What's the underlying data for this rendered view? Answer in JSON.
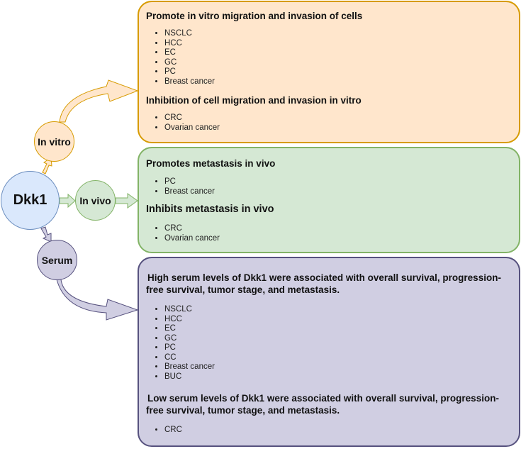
{
  "colors": {
    "dkk1_fill": "#dae8fc",
    "dkk1_stroke": "#6c8ebf",
    "invitro_fill": "#ffe6cc",
    "invitro_stroke": "#d79b00",
    "invivo_fill": "#d5e8d4",
    "invivo_stroke": "#82b366",
    "serum_fill": "#d0cee2",
    "serum_stroke": "#56517e"
  },
  "nodes": {
    "dkk1": "Dkk1",
    "in_vitro": "In vitro",
    "in_vivo": "In vivo",
    "serum": "Serum"
  },
  "panels": {
    "in_vitro": {
      "heading1": "Promote in vitro migration and invasion of cells",
      "items1": [
        "NSCLC",
        "HCC",
        "EC",
        "GC",
        "PC",
        "Breast cancer"
      ],
      "heading2": "Inhibition of cell migration and invasion in vitro",
      "items2": [
        "CRC",
        "Ovarian cancer"
      ]
    },
    "in_vivo": {
      "heading1": "Promotes metastasis in vivo",
      "items1": [
        "PC",
        "Breast cancer"
      ],
      "heading2": "Inhibits metastasis in vivo",
      "items2": [
        "CRC",
        "Ovarian cancer"
      ]
    },
    "serum": {
      "heading1": "High serum levels of Dkk1 were associated with overall survival, progression-free survival, tumor stage, and metastasis.",
      "items1": [
        "NSCLC",
        "HCC",
        "EC",
        "GC",
        "PC",
        "CC",
        "Breast cancer",
        "BUC"
      ],
      "heading2": "Low serum levels of Dkk1 were associated with overall survival, progression-free survival, tumor stage, and metastasis.",
      "items2": [
        "CRC"
      ]
    }
  }
}
